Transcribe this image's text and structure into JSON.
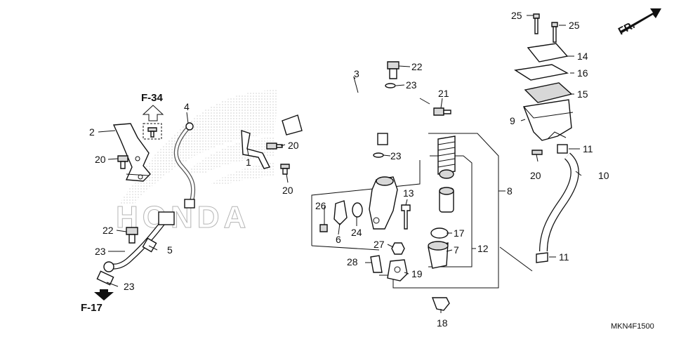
{
  "diagram": {
    "code": "MKN4F1500",
    "watermark": "HONDA",
    "front_marker": "FR.",
    "refs": {
      "f34": "F-34",
      "f17": "F-17"
    },
    "callouts": {
      "c1": "1",
      "c2": "2",
      "c3": "3",
      "c4": "4",
      "c5": "5",
      "c6": "6",
      "c7": "7",
      "c8": "8",
      "c9": "9",
      "c10": "10",
      "c11a": "11",
      "c11b": "11",
      "c12": "12",
      "c13": "13",
      "c14": "14",
      "c15": "15",
      "c16": "16",
      "c17": "17",
      "c18": "18",
      "c19": "19",
      "c20a": "20",
      "c20b": "20",
      "c20c": "20",
      "c20d": "20",
      "c21": "21",
      "c22a": "22",
      "c22b": "22",
      "c23a": "23",
      "c23b": "23",
      "c23c": "23",
      "c23d": "23",
      "c24": "24",
      "c25a": "25",
      "c25b": "25",
      "c26": "26",
      "c27": "27",
      "c28": "28"
    }
  }
}
